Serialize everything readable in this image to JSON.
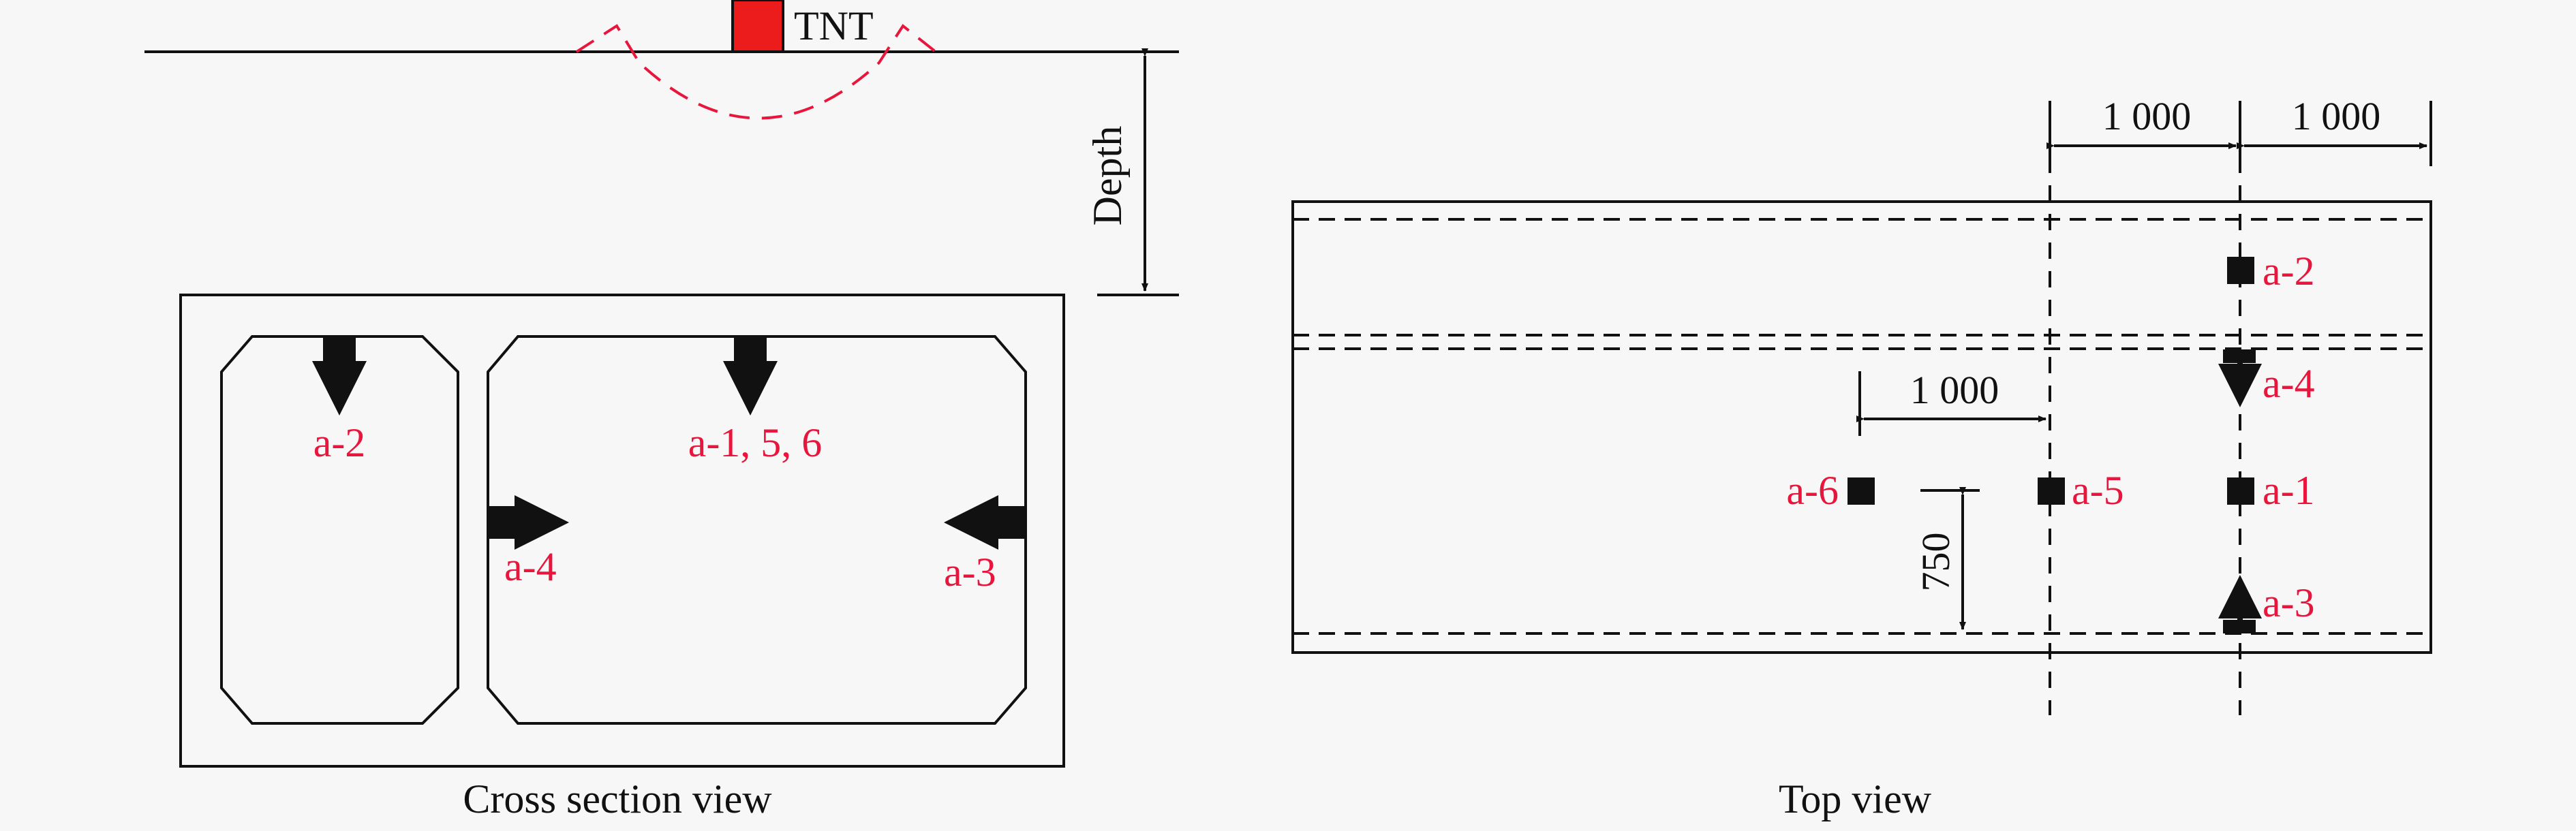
{
  "colors": {
    "background": "#f7f7f7",
    "line": "#111111",
    "accent_red": "#e8163c",
    "tnt_fill": "#ed1c1c",
    "sensor": "#111111"
  },
  "cross_section": {
    "tnt_label": "TNT",
    "depth_label": "Depth",
    "sensors": {
      "a2": "a-2",
      "a156": "a-1, 5, 6",
      "a4": "a-4",
      "a3": "a-3"
    },
    "caption": "Cross section view"
  },
  "top_view": {
    "dims": {
      "top_left": "1 000",
      "top_right": "1 000",
      "mid": "1 000",
      "vertical": "750"
    },
    "sensors": {
      "a2": "a-2",
      "a4": "a-4",
      "a6": "a-6",
      "a5": "a-5",
      "a1": "a-1",
      "a3": "a-3"
    },
    "caption": "Top view"
  }
}
